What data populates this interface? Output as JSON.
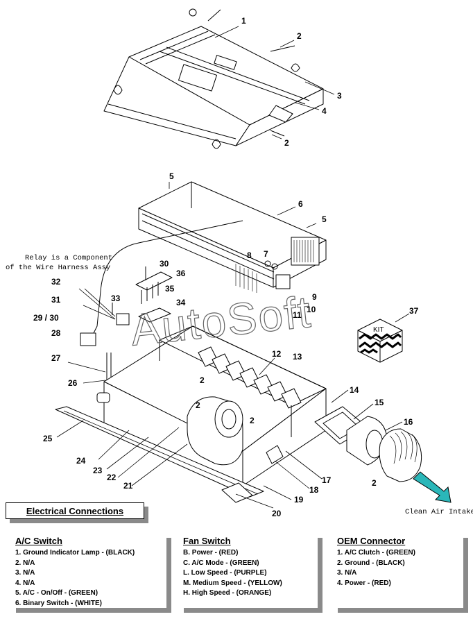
{
  "callouts": [
    "1",
    "2",
    "3",
    "4",
    "2",
    "5",
    "6",
    "5",
    "7",
    "8",
    "9",
    "10",
    "11",
    "30",
    "36",
    "35",
    "34",
    "32",
    "31",
    "33",
    "29 / 30",
    "28",
    "27",
    "26",
    "25",
    "24",
    "23",
    "22",
    "21",
    "20",
    "19",
    "18",
    "17",
    "12",
    "13",
    "2",
    "2",
    "2",
    "14",
    "15",
    "16",
    "2",
    "37"
  ],
  "relay_note": [
    "Relay is a Component",
    "of the Wire Harness Assy"
  ],
  "kit_label": "KIT",
  "clean_air_label": "Clean Air Intake",
  "watermark": "AutoSoft",
  "electrical": {
    "title": "Electrical Connections",
    "ac_switch": {
      "title": "A/C Switch",
      "items": [
        "1.  Ground Indicator Lamp - (BLACK)",
        "2.  N/A",
        "3.  N/A",
        "4.  N/A",
        "5.  A/C - On/Off - (GREEN)",
        "6.  Binary Switch - (WHITE)"
      ]
    },
    "fan_switch": {
      "title": "Fan Switch",
      "items": [
        "B.  Power - (RED)",
        "C.  A/C Mode - (GREEN)",
        "L.  Low Speed - (PURPLE)",
        "M.  Medium Speed - (YELLOW)",
        "H.  High Speed - (ORANGE)"
      ]
    },
    "oem_connector": {
      "title": "OEM Connector",
      "items": [
        "1.  A/C Clutch - (GREEN)",
        "2.  Ground - (BLACK)",
        "3.  N/A",
        "4. Power - (RED)"
      ]
    }
  },
  "colors": {
    "line": "#000000",
    "shadow": "#8a8a8a",
    "arrow_fill": "#2ab7b9",
    "watermark": "#666666"
  }
}
